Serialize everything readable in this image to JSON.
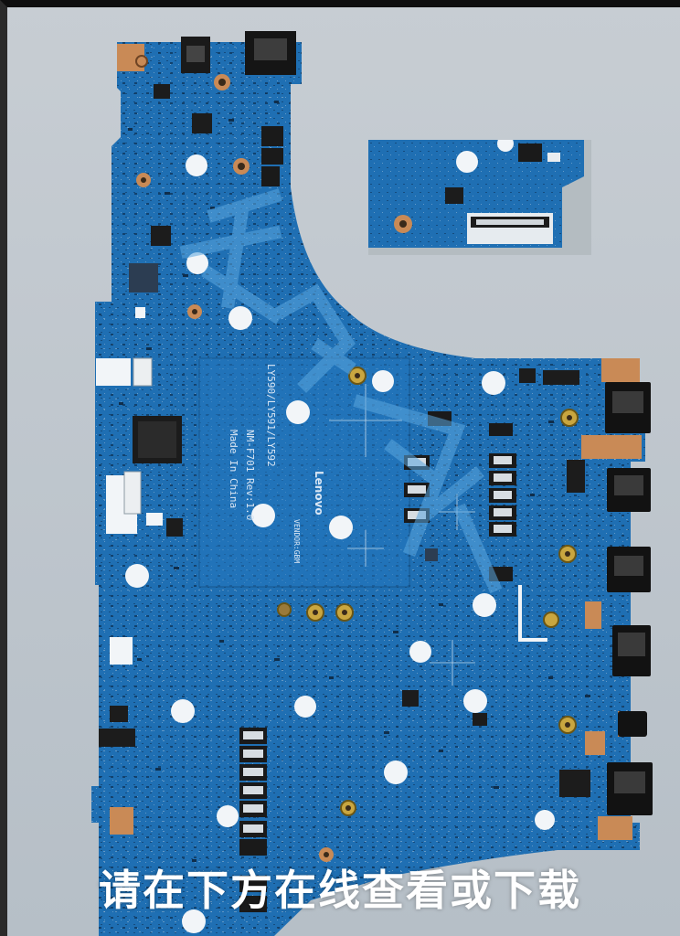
{
  "board": {
    "brand": "Lenovo",
    "model_line": "LY590/LY591/LY592",
    "board_id": "NM-F701 Rev:1.0",
    "origin": "Made In China",
    "vendor": "VENDOR:GBM"
  },
  "watermark": {
    "text": "迅维网"
  },
  "caption": {
    "text": "请在下方在线查看或下载"
  },
  "colors": {
    "pcb": "#1f6fb3",
    "pcb_dark": "#1a5e9a",
    "background": "#b9c2ca",
    "caption": "#ffffff"
  }
}
